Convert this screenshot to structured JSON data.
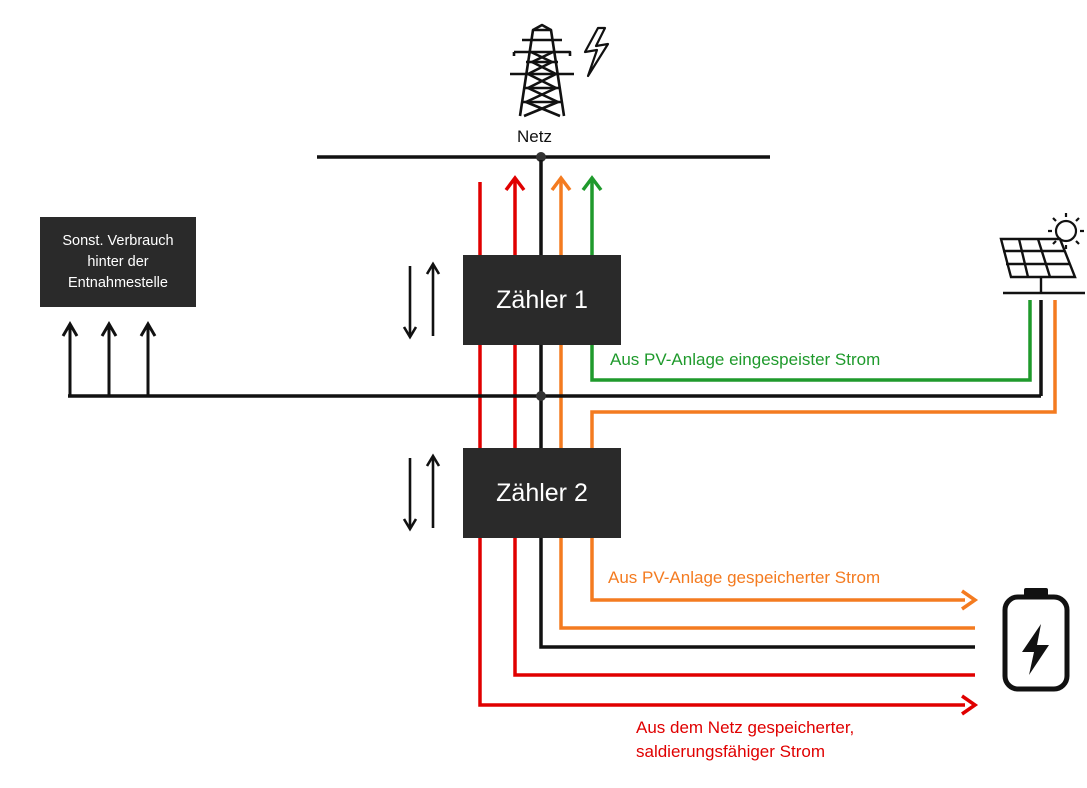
{
  "grid": {
    "label": "Netz"
  },
  "meter1": {
    "label": "Zähler 1"
  },
  "meter2": {
    "label": "Zähler 2"
  },
  "consumer": {
    "line1": "Sonst. Verbrauch",
    "line2": "hinter der",
    "line3": "Entnahmestelle"
  },
  "labels": {
    "pv_fed_in": "Aus PV-Anlage eingespeister Strom",
    "pv_stored": "Aus PV-Anlage gespeicherter Strom",
    "grid_stored_line1": "Aus dem Netz gespeicherter,",
    "grid_stored_line2": "saldierungsfähiger Strom"
  },
  "icons": [
    "power-tower-icon",
    "lightning-icon",
    "solar-panel-icon",
    "sun-icon",
    "battery-charging-icon"
  ],
  "colors": {
    "grid_flow": "#e00000",
    "pv_stored": "#f47b20",
    "pv_fed_in": "#1f9a2c",
    "neutral": "#111111",
    "box": "#2a2a2a"
  }
}
